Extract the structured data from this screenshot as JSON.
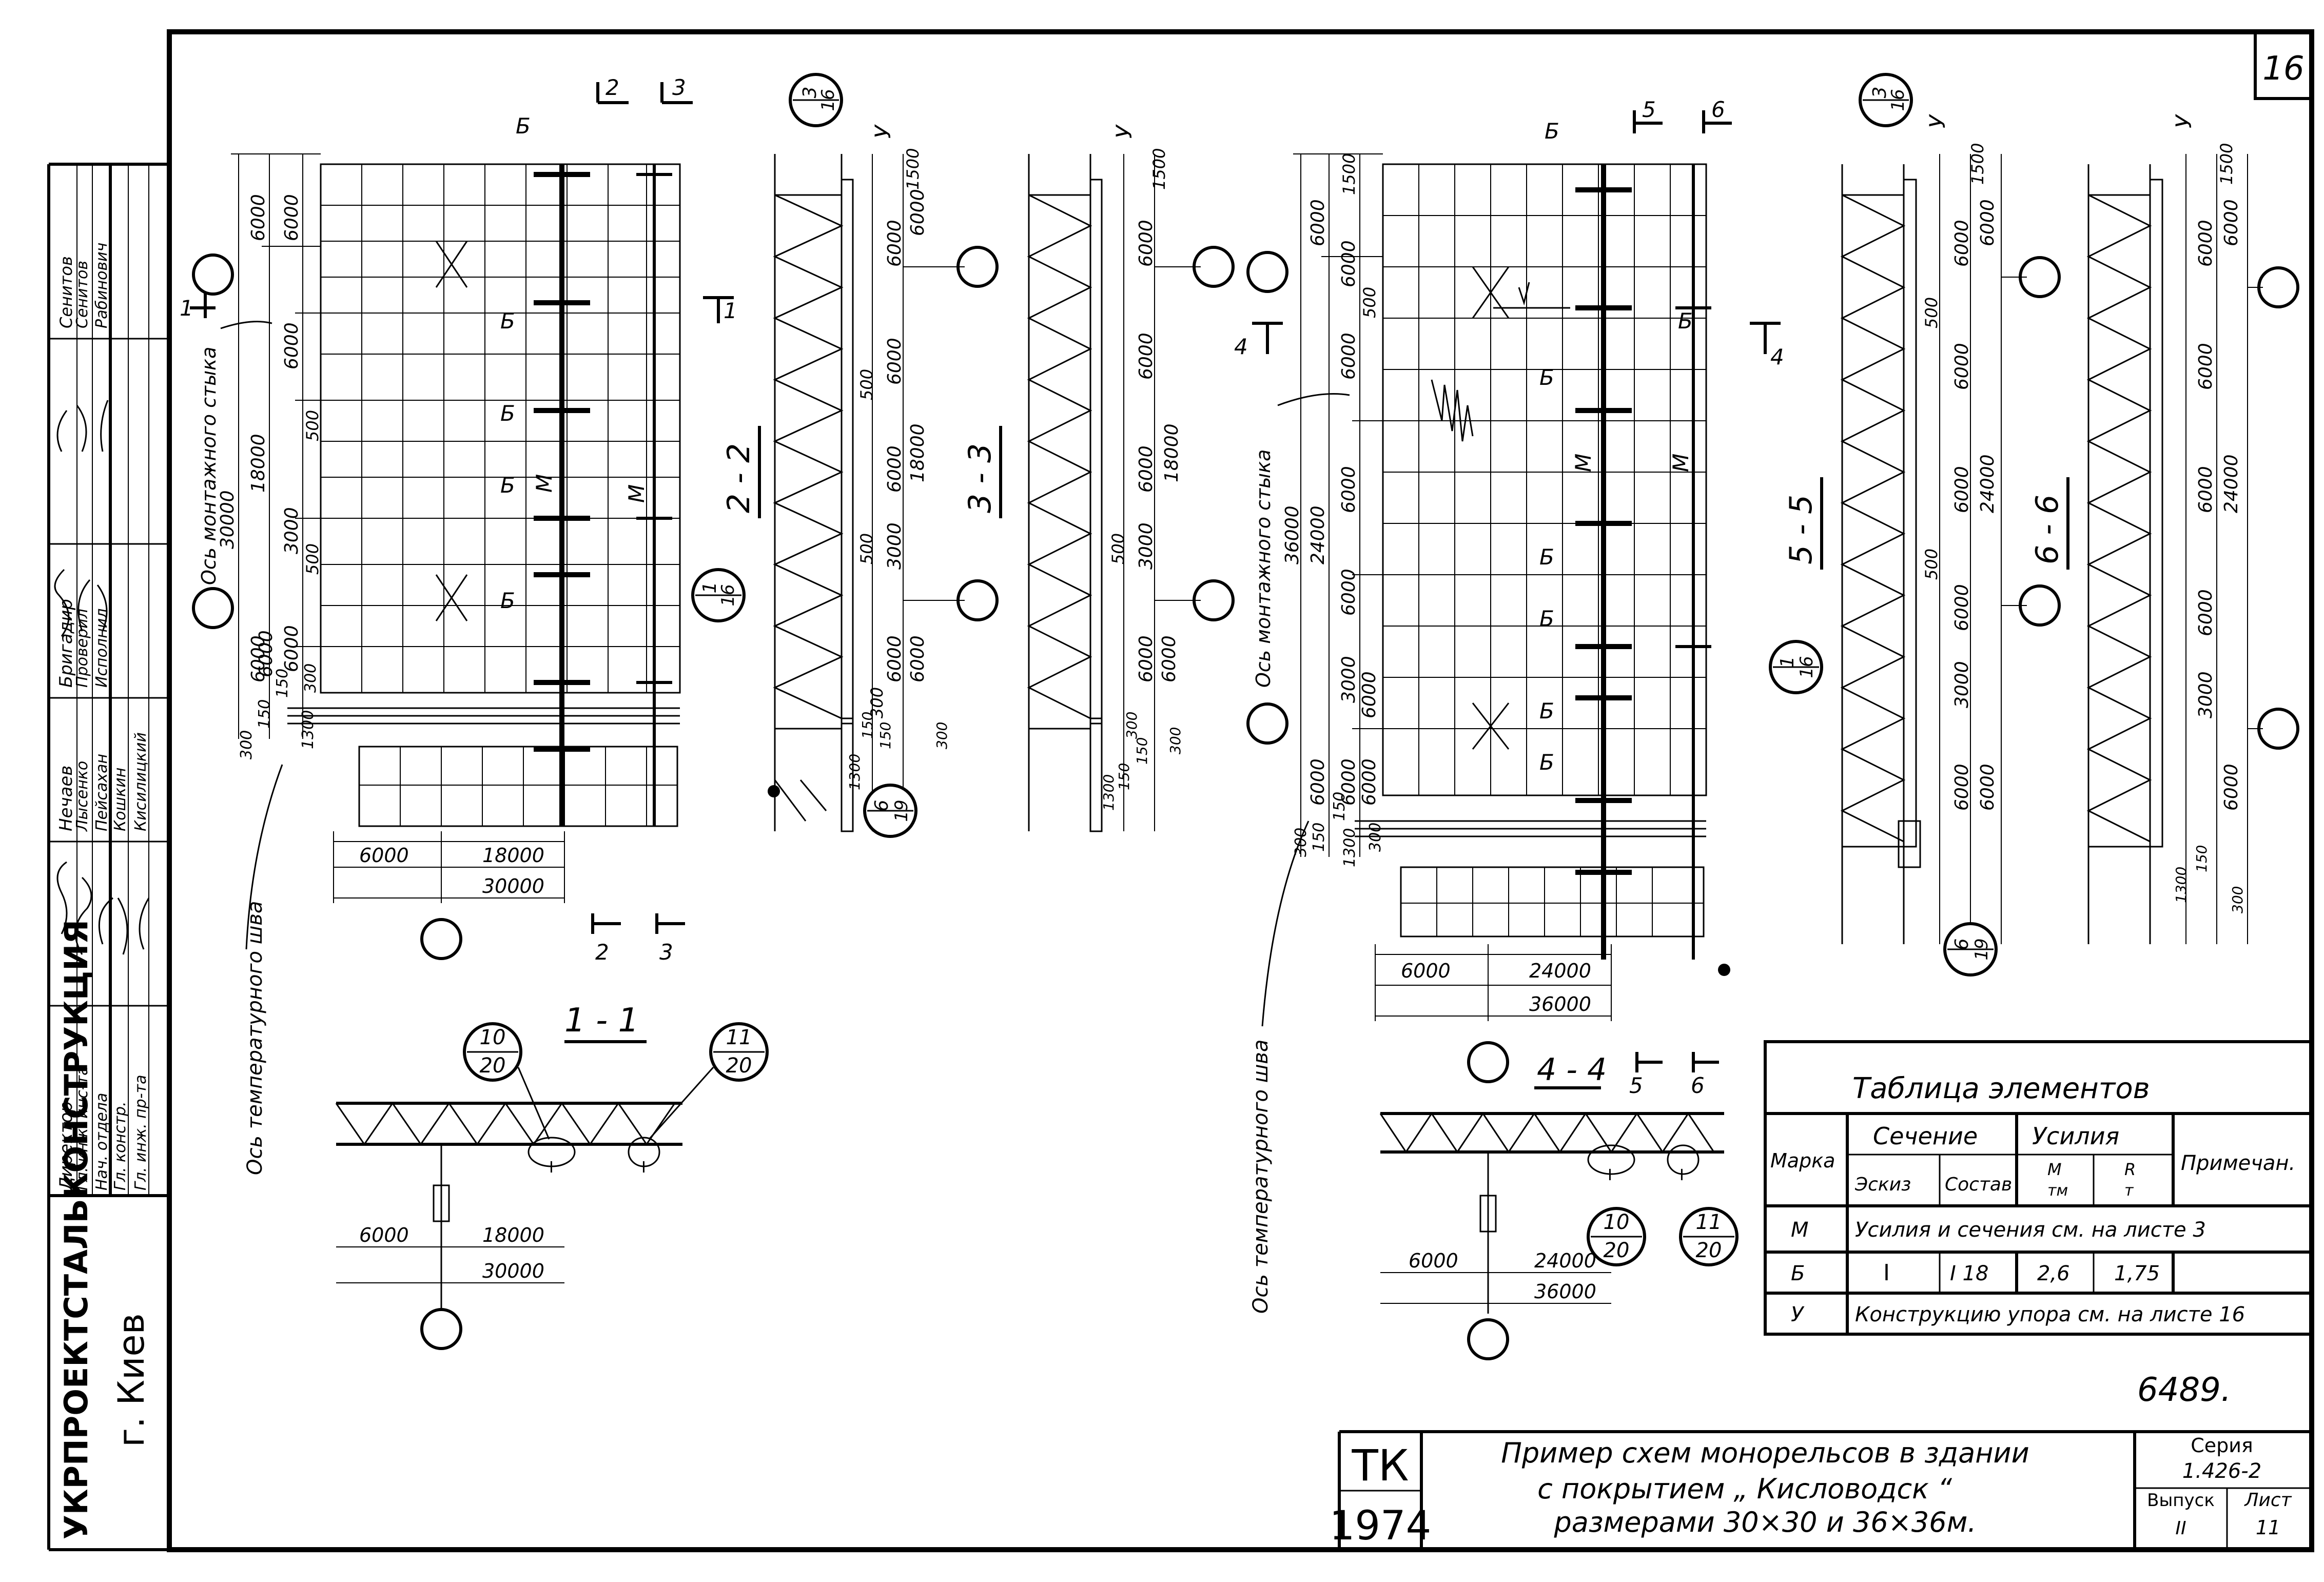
{
  "sheet_number": "16",
  "org": {
    "name": "УКРПРОЕКТСТАЛЬКОНСТРУКЦИЯ",
    "city": "г. Киев"
  },
  "signatures": {
    "titles": [
      "Директор",
      "Гл. инж. инс-та",
      "Нач. отдела",
      "Гл. констр.",
      "Гл. инж. пр-та"
    ],
    "col_a": [
      "Нечаев",
      "Лысенко",
      "Пейсахан",
      "Кошкин",
      "Кисилицкий"
    ],
    "col_b": [
      "Бригадир",
      "Проверил",
      "Исполнил"
    ],
    "col_c": [
      "Сенитов",
      "Сенитов",
      "Рабинович"
    ]
  },
  "left_plan": {
    "section_marks": [
      "2",
      "3"
    ],
    "beam_labels": [
      "Б",
      "Б",
      "Б",
      "Б",
      "Б"
    ],
    "m_labels": [
      "М",
      "М"
    ],
    "cut_labels": [
      "1",
      "1"
    ],
    "axis_text": "Ось монтажного стыка",
    "temp_axis_text": "Ось температурного шва",
    "dims_v_outer": [
      "30000",
      "18000",
      "6000",
      "6000",
      "6000"
    ],
    "dims_v_inner": [
      "6000",
      "6000",
      "500",
      "3000",
      "500",
      "6000",
      "6000"
    ],
    "dims_small": [
      "300",
      "150",
      "150",
      "1300",
      "300"
    ],
    "dims_h": [
      "6000",
      "18000",
      "30000"
    ],
    "ref_bubble": {
      "num": "1",
      "den": "16"
    }
  },
  "section_22": {
    "title": "2 - 2",
    "u_label": "У",
    "dims": [
      "1500",
      "6000",
      "6000",
      "6000",
      "500",
      "18000",
      "6000",
      "500",
      "3000",
      "6000",
      "6000",
      "300",
      "150",
      "150",
      "1300",
      "300"
    ],
    "bubble_top": {
      "num": "3",
      "den": "16"
    },
    "bubble_bottom": {
      "num": "6",
      "den": "19"
    }
  },
  "section_33": {
    "title": "3 - 3",
    "u_label": "У",
    "dims": [
      "1500",
      "6000",
      "6000",
      "18000",
      "6000",
      "500",
      "3000",
      "6000",
      "6000",
      "300",
      "150",
      "150",
      "1300",
      "300"
    ]
  },
  "right_plan": {
    "section_marks": [
      "5",
      "6"
    ],
    "beam_labels": [
      "Б",
      "Б",
      "Б",
      "Б",
      "Б",
      "Б",
      "Б"
    ],
    "m_labels": [
      "М",
      "М"
    ],
    "cut_labels": [
      "4",
      "4"
    ],
    "axis_text": "Ось монтажного стыка",
    "temp_axis_text": "Ось температурного шва",
    "dims_v_outer": [
      "36000",
      "24000",
      "6000",
      "6000",
      "6000",
      "6000"
    ],
    "dims_v_inner": [
      "1500",
      "6000",
      "6000",
      "500",
      "6000",
      "3000",
      "6000",
      "6000"
    ],
    "dims_small": [
      "300",
      "150",
      "150",
      "1300",
      "300"
    ],
    "dims_h": [
      "6000",
      "24000",
      "36000"
    ]
  },
  "section_55": {
    "title": "5 - 5",
    "u_label": "У",
    "dims": [
      "1500",
      "6000",
      "6000",
      "6000",
      "500",
      "24000",
      "6000",
      "6000",
      "500",
      "3000",
      "6000",
      "6000"
    ],
    "bubble_top": {
      "num": "3",
      "den": "16"
    },
    "bubble_mid": {
      "num": "1",
      "den": "16"
    },
    "bubble_bottom": {
      "num": "6",
      "den": "19"
    }
  },
  "section_66": {
    "title": "6 - 6",
    "u_label": "У",
    "dims": [
      "1500",
      "6000",
      "6000",
      "6000",
      "24000",
      "6000",
      "6000",
      "6000",
      "3000",
      "1300",
      "150",
      "300"
    ]
  },
  "elev_11": {
    "title": "1 - 1",
    "bubbles": [
      {
        "num": "10",
        "den": "20"
      },
      {
        "num": "11",
        "den": "20"
      }
    ],
    "dims": [
      "6000",
      "18000",
      "30000"
    ],
    "i_marks": [
      "I",
      "I"
    ]
  },
  "elev_44": {
    "title": "4 - 4",
    "marks": [
      "5",
      "6"
    ],
    "bubbles": [
      {
        "num": "10",
        "den": "20"
      },
      {
        "num": "11",
        "den": "20"
      }
    ],
    "dims": [
      "6000",
      "24000",
      "36000"
    ],
    "i_marks": [
      "I",
      "I"
    ]
  },
  "table": {
    "title": "Таблица элементов",
    "headers": {
      "mark": "Марка",
      "section": "Сечение",
      "forces": "Усилия",
      "notes": "Примечан.",
      "sketch": "Эскиз",
      "composition": "Состав",
      "m": "М",
      "m_unit": "тм",
      "r": "R",
      "r_unit": "т"
    },
    "rows": [
      {
        "mark": "М",
        "merged": "Усилия и сечения см. на листе 3"
      },
      {
        "mark": "Б",
        "sketch": "I",
        "composition": "I 18",
        "m": "2,6",
        "r": "1,75",
        "note": ""
      },
      {
        "mark": "У",
        "merged": "Конструкцию упора см. на листе 16"
      }
    ]
  },
  "drawing_number": "6489.",
  "title_block": {
    "code": "ТК",
    "year": "1974",
    "title_lines": [
      "Пример схем монорельсов в здании",
      "с покрытием „ Кисловодск “",
      "размерами 30×30 и 36×36м."
    ],
    "series_label": "Серия",
    "series_value": "1.426-2",
    "issue_label": "Выпуск",
    "issue_value": "II",
    "sheet_label": "Лист",
    "sheet_value": "11"
  }
}
